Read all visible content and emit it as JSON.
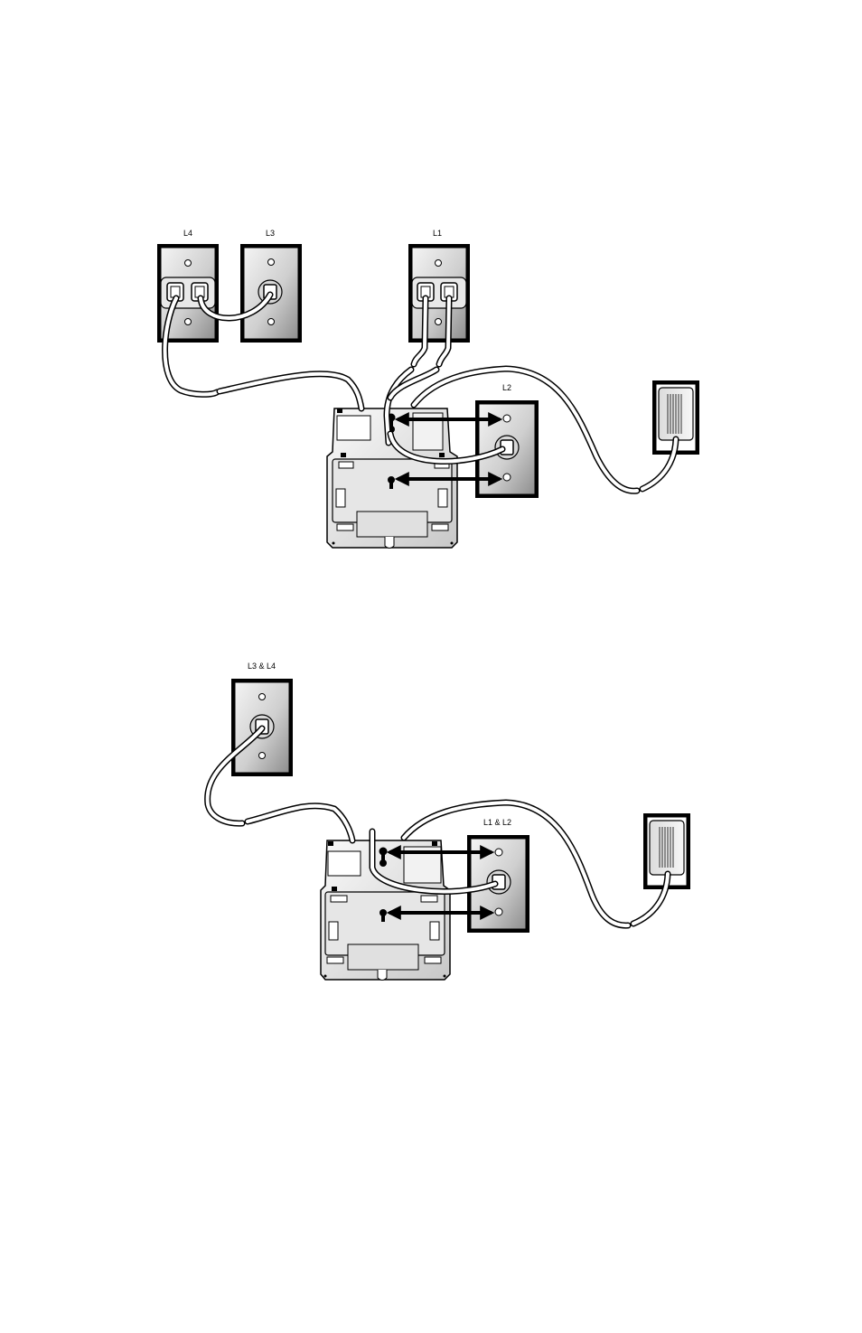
{
  "diagram_top": {
    "labels": {
      "l4": "L4",
      "l3": "L3",
      "l1": "L1",
      "l2": "L2"
    }
  },
  "diagram_bottom": {
    "labels": {
      "l3_l4": "L3 & L4",
      "l1_l2": "L1 & L2"
    }
  }
}
